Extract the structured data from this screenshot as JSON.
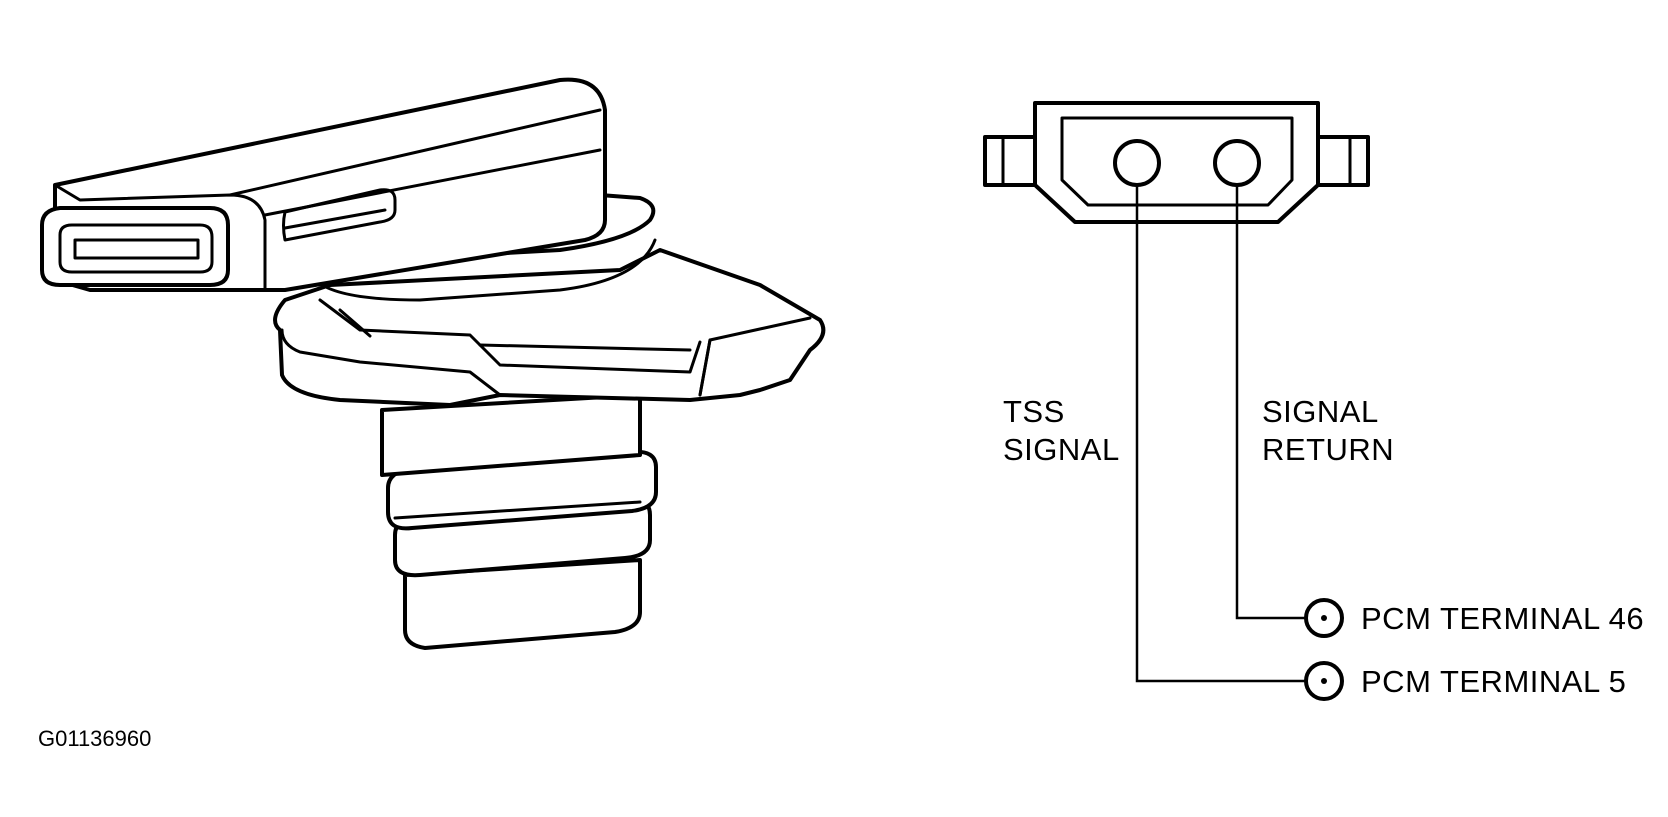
{
  "figure_id": "G01136960",
  "wire_labels": {
    "tss_signal_line1": "TSS",
    "tss_signal_line2": "SIGNAL",
    "signal_return_line1": "SIGNAL",
    "signal_return_line2": "RETURN"
  },
  "terminals": [
    {
      "label": "PCM TERMINAL 46"
    },
    {
      "label": "PCM TERMINAL 5"
    }
  ]
}
